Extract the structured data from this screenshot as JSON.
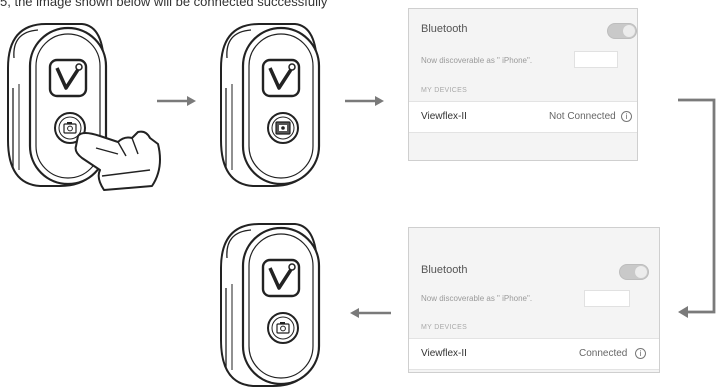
{
  "caption": "5, the image shown below will be connected successfully",
  "screens": [
    {
      "bluetooth_label": "Bluetooth",
      "discoverable_text": "Now discoverable as \" iPhone\".",
      "section_label": "MY DEVICES",
      "device_name": "Viewflex-II",
      "device_status": "Not Connected",
      "info_icon": "ⓘ"
    },
    {
      "bluetooth_label": "Bluetooth",
      "discoverable_text": "Now discoverable as \" iPhone\".",
      "section_label": "MY DEVICES",
      "device_name": "Viewflex-II",
      "device_status": "Connected",
      "info_icon": "ⓘ"
    }
  ],
  "icons": {
    "remote_logo": "v-logo-icon",
    "camera": "camera-icon",
    "hand": "pointing-hand-icon",
    "arrow": "arrow-icon"
  },
  "colors": {
    "line": "#1f1f1f",
    "arrow": "#7a7a7a",
    "panel_bg": "#f4f4f4"
  }
}
